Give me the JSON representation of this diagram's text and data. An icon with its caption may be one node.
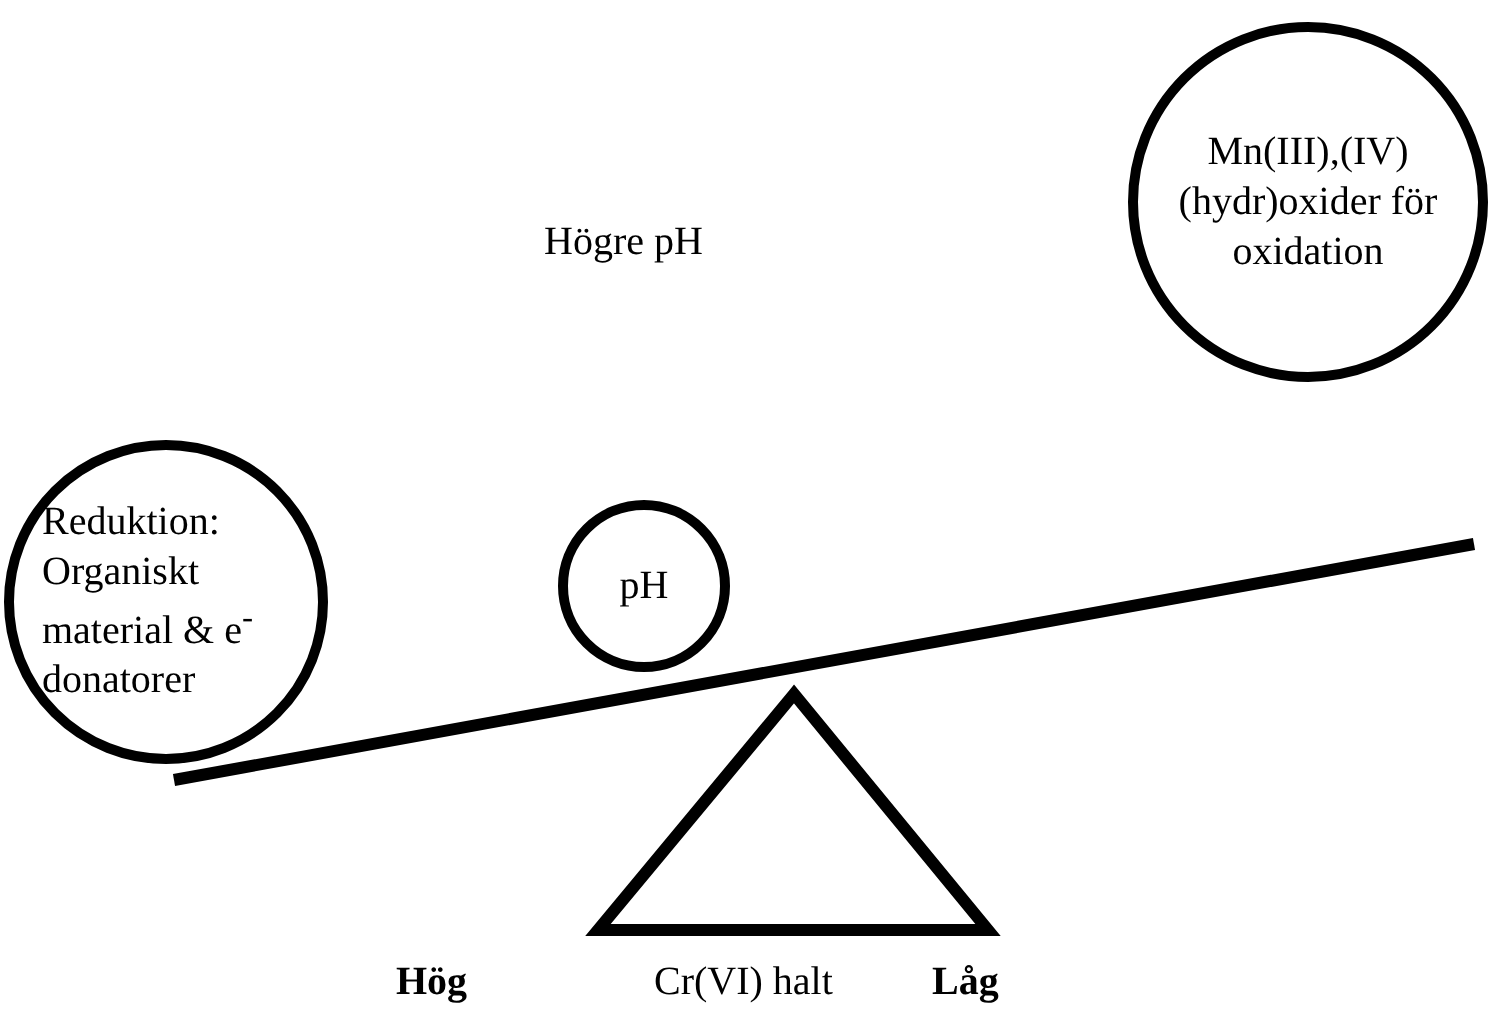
{
  "diagram": {
    "nodes": [
      {
        "text": [
          "Reduktion: Organiskt material & e$^{-}$donatorer"
        ]
      },
      {
        "text": [
          "pH"
        ]
      },
      {
        "text": [
          "Mn(III),(IV) (hydr)oxider för oxidation"
        ]
      }
    ],
    "labels": [
      "Högre pH",
      "Hög",
      "Cr(VI) halt",
      "Låg"
    ]
  }
}
